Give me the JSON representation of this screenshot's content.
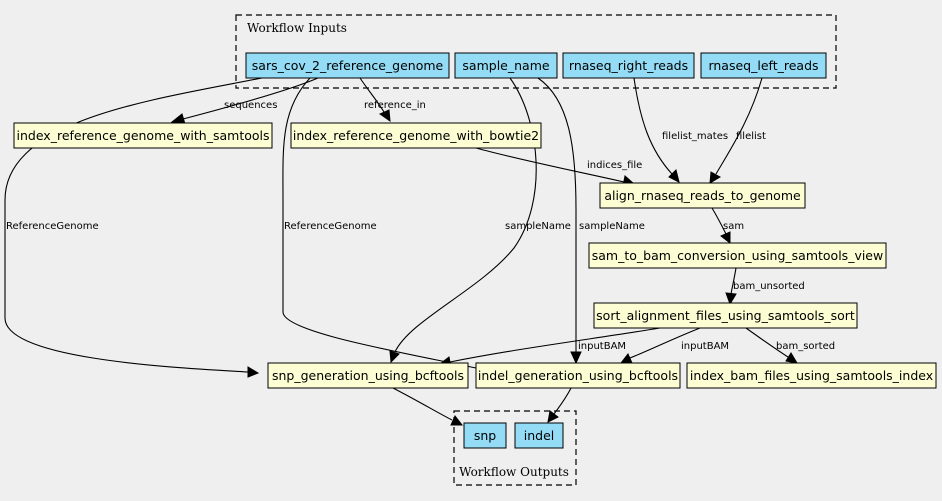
{
  "clusters": {
    "inputs": {
      "label": "Workflow Inputs"
    },
    "outputs": {
      "label": "Workflow Outputs"
    }
  },
  "nodes": {
    "ref_genome": "sars_cov_2_reference_genome",
    "sample_name": "sample_name",
    "right_reads": "rnaseq_right_reads",
    "left_reads": "rnaseq_left_reads",
    "idx_samtools": "index_reference_genome_with_samtools",
    "idx_bowtie2": "index_reference_genome_with_bowtie2",
    "align": "align_rnaseq_reads_to_genome",
    "sam_to_bam": "sam_to_bam_conversion_using_samtools_view",
    "sort": "sort_alignment_files_using_samtools_sort",
    "snp_gen": "snp_generation_using_bcftools",
    "indel_gen": "indel_generation_using_bcftools",
    "bam_index": "index_bam_files_using_samtools_index",
    "snp": "snp",
    "indel": "indel"
  },
  "edge_labels": {
    "ref_to_idx_samtools": "sequences",
    "ref_to_idx_bowtie2": "reference_in",
    "right_to_align": "filelist_mates",
    "left_to_align": "filelist",
    "bowtie2_to_align": "indices_file",
    "align_to_sam2bam": "sam",
    "sam2bam_to_sort": "bam_unsorted",
    "ref_to_snp": "ReferenceGenome",
    "ref_to_indel": "ReferenceGenome",
    "sample_to_snp": "sampleName",
    "sample_to_indel": "sampleName",
    "sort_to_snp": "inputBAM",
    "sort_to_indel": "inputBAM",
    "sort_to_index": "bam_sorted"
  }
}
